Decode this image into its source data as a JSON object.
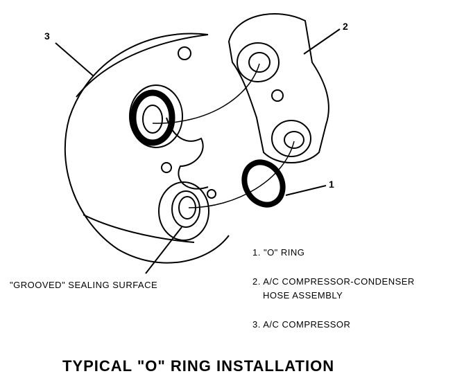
{
  "callouts": {
    "one": "1",
    "two": "2",
    "three": "3"
  },
  "label_grooved": "\"GROOVED\" SEALING SURFACE",
  "legend": [
    {
      "line1": "1. \"O\" RING"
    },
    {
      "line1": "2. A/C COMPRESSOR-CONDENSER",
      "line2": "HOSE ASSEMBLY"
    },
    {
      "line1": "3.  A/C COMPRESSOR"
    }
  ],
  "title": "TYPICAL \"O\" RING INSTALLATION"
}
